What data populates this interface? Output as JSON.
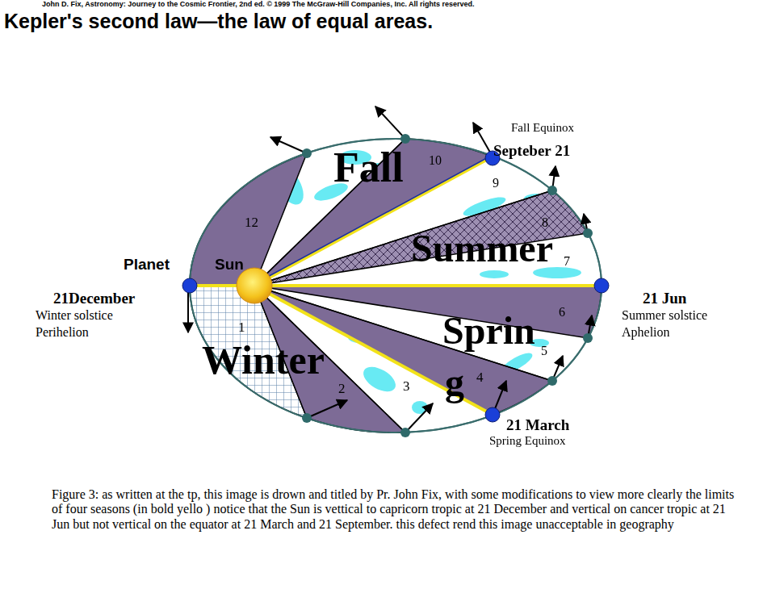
{
  "diagram": {
    "title": "Kepler's second law—the law of equal areas.",
    "caption": "Figure 3: as written at the tp, this image is drown and titled by Pr. John Fix, with some modifications to view more clearly the limits of four seasons (in bold yello ) notice that the Sun is vettical to capricorn tropic at 21 December and vertical on cancer tropic at 21 Jun but not vertical on the equator at 21 March and 21 September. this defect rend this image unacceptable in geography",
    "labels": [
      "John D. Fix, Astronomy: Journey to the Cosmic Frontier, 2nd ed. © 1999 The McGraw-Hill Companies, Inc. All rights reserved.",
      "Fall Equinox",
      "Septeber 21",
      "Fall",
      "10",
      "9",
      "1",
      "8",
      "Summer",
      "7",
      "Planet",
      "Sun",
      "12",
      "21December",
      "Winter solstice",
      "Perihelion",
      "21 Jun",
      "Summer solstice",
      "Aphelion",
      "6",
      "Sprin",
      "5",
      "1",
      "Winter",
      "2",
      "3",
      "g",
      "4",
      "21 March",
      "Spring Equinox"
    ]
  }
}
